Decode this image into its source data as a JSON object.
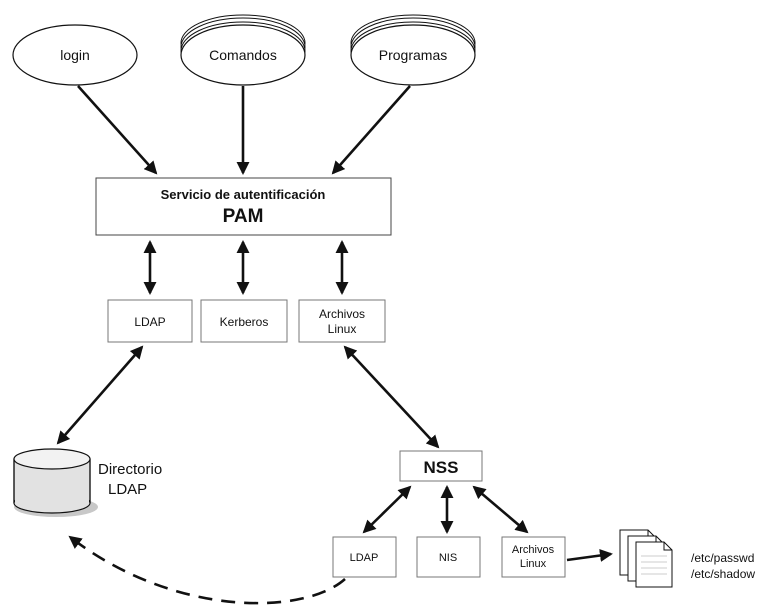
{
  "sources": {
    "login": "login",
    "comandos": "Comandos",
    "programas": "Programas"
  },
  "pam": {
    "line1": "Servicio de autentificación",
    "line2": "PAM"
  },
  "modules": {
    "ldap": "LDAP",
    "kerberos": "Kerberos",
    "archivos_line1": "Archivos",
    "archivos_line2": "Linux"
  },
  "directory": {
    "line1": "Directorio",
    "line2": "LDAP"
  },
  "nss": {
    "title": "NSS",
    "ldap": "LDAP",
    "nis": "NIS",
    "archivos_line1": "Archivos",
    "archivos_line2": "Linux"
  },
  "files": {
    "passwd": "/etc/passwd",
    "shadow": "/etc/shadow"
  },
  "colors": {
    "stroke": "#111111",
    "box_fill": "#ffffff",
    "ellipse_fill": "#ffffff",
    "cylinder_fill": "#e2e2e2",
    "shadow": "#c8c8c8"
  }
}
